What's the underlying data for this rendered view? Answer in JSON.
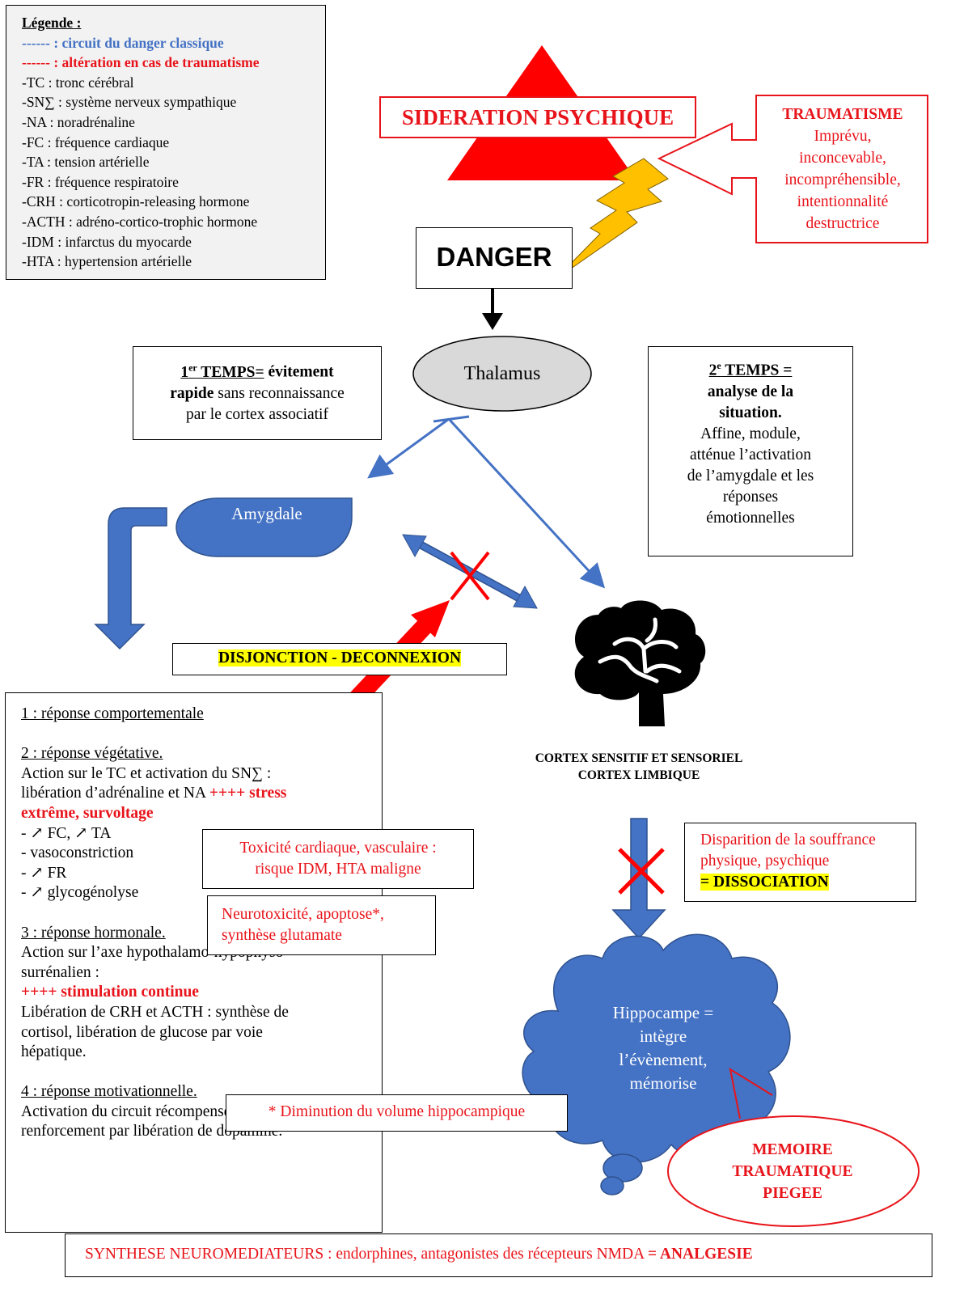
{
  "legend": {
    "title": "Légende :",
    "classic": "------ : circuit du danger classique",
    "trauma": "------ : altération en cas de traumatisme",
    "items": [
      "-TC : tronc cérébral",
      "-SN∑ : système nerveux sympathique",
      "-NA : noradrénaline",
      "-FC : fréquence cardiaque",
      "-TA : tension artérielle",
      "-FR : fréquence respiratoire",
      "-CRH : corticotropin-releasing hormone",
      "-ACTH : adréno-cortico-trophic hormone",
      "-IDM : infarctus du myocarde",
      "-HTA : hypertension artérielle"
    ]
  },
  "sideration": "SIDERATION PSYCHIQUE",
  "traumatisme": {
    "title": "TRAUMATISME",
    "lines": [
      "Imprévu,",
      "inconcevable,",
      "incompréhensible,",
      "intentionnalité",
      "destructrice"
    ]
  },
  "danger": "DANGER",
  "thalamus": "Thalamus",
  "temps1": {
    "label": "1",
    "sup": "er",
    "title": " TEMPS=",
    "bold_rest": " évitement",
    "bold2": "rapide",
    "rest": " sans reconnaissance",
    "line3": "par le cortex associatif"
  },
  "temps2": {
    "label": "2",
    "sup": "e",
    "title": " TEMPS =",
    "bold_lines": [
      "analyse de la",
      "situation."
    ],
    "lines": [
      "Affine, module,",
      "atténue l’activation",
      "de l’amygdale et les",
      "réponses",
      "émotionnelles"
    ]
  },
  "amygdale": "Amygdale",
  "disjonction": "DISJONCTION - DECONNEXION",
  "cortex": {
    "line1": "CORTEX SENSITIF ET SENSORIEL",
    "line2": "CORTEX LIMBIQUE"
  },
  "responses": {
    "r1": "1 : réponse comportementale",
    "r2_title": "2 : réponse végétative.",
    "r2_l1": "Action sur le TC et activation du SN∑ :",
    "r2_l2": "libération d’adrénaline et NA ",
    "r2_l2_red": "++++ stress",
    "r2_l3_red": "extrême, survoltage",
    "r2_items": [
      "- ↗ FC, ↗ TA",
      "- vasoconstriction",
      "- ↗ FR",
      "- ↗ glycogénolyse"
    ],
    "r3_title": "3 : réponse hormonale.",
    "r3_l1": "Action sur l’axe hypothalamo-hypophyso-",
    "r3_l2": "surrénalien :",
    "r3_red": "++++ stimulation continue",
    "r3_l3": "Libération de CRH et ACTH : synthèse de",
    "r3_l4": "cortisol, libération de glucose par voie",
    "r3_l5": "hépatique.",
    "r4_title": "4 : réponse motivationnelle.",
    "r4_l1": "Activation du circuit récompense",
    "r4_l2": "renforcement par libération de dopamine."
  },
  "toxicite": {
    "l1": "Toxicité cardiaque, vasculaire :",
    "l2": "risque IDM, HTA maligne"
  },
  "neurotox": {
    "l1": "Neurotoxicité, apoptose*,",
    "l2": "synthèse glutamate"
  },
  "volume": "* Diminution du volume hippocampique",
  "dissociation": {
    "l1": "Disparition de la souffrance",
    "l2": "physique, psychique",
    "l3": "= DISSOCIATION"
  },
  "hippocampe": [
    "Hippocampe =",
    "intègre",
    "l’évènement,",
    "mémorise"
  ],
  "memoire": [
    "MEMOIRE",
    "TRAUMATIQUE",
    "PIEGEE"
  ],
  "synthese": {
    "text": "SYNTHESE NEUROMEDIATEURS : endorphines, antagonistes des récepteurs NMDA ",
    "bold": "= ANALGESIE"
  },
  "colors": {
    "blue": "#4472c4",
    "red": "#e8141b",
    "yellow_bolt": "#ffc000",
    "highlight": "#ffff00",
    "legend_bg": "#f2f2f2",
    "ellipse_gray": "#d9d9d9"
  }
}
